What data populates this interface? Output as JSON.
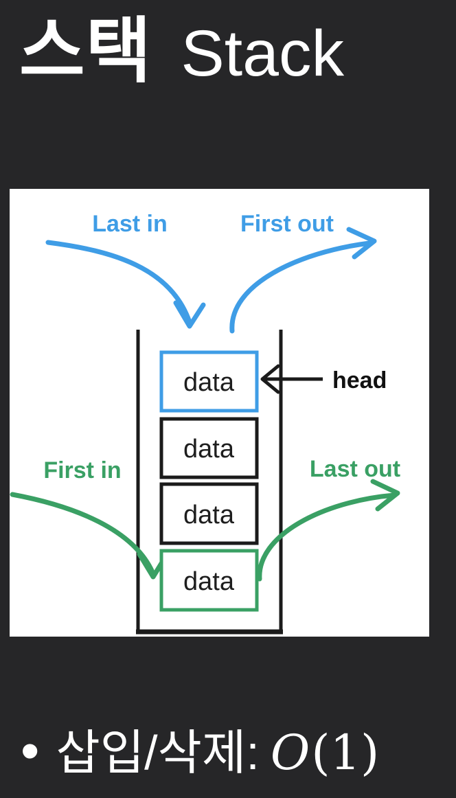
{
  "page": {
    "background_color": "#262628",
    "text_color": "#ffffff"
  },
  "title": {
    "korean": "스택",
    "english": "Stack"
  },
  "diagram": {
    "panel_color": "#ffffff",
    "line_color": "#1b1b1b",
    "blue_color": "#3f9de6",
    "green_color": "#3aa064",
    "labels": {
      "last_in": "Last in",
      "first_out": "First out",
      "first_in": "First in",
      "last_out": "Last out",
      "head": "head"
    },
    "stack_items": [
      {
        "label": "data",
        "border": "blue"
      },
      {
        "label": "data",
        "border": "black"
      },
      {
        "label": "data",
        "border": "black"
      },
      {
        "label": "data",
        "border": "green"
      }
    ]
  },
  "bullet": {
    "marker": "•",
    "text": "삽입/삭제:",
    "o": "O",
    "arg": "(1)"
  }
}
